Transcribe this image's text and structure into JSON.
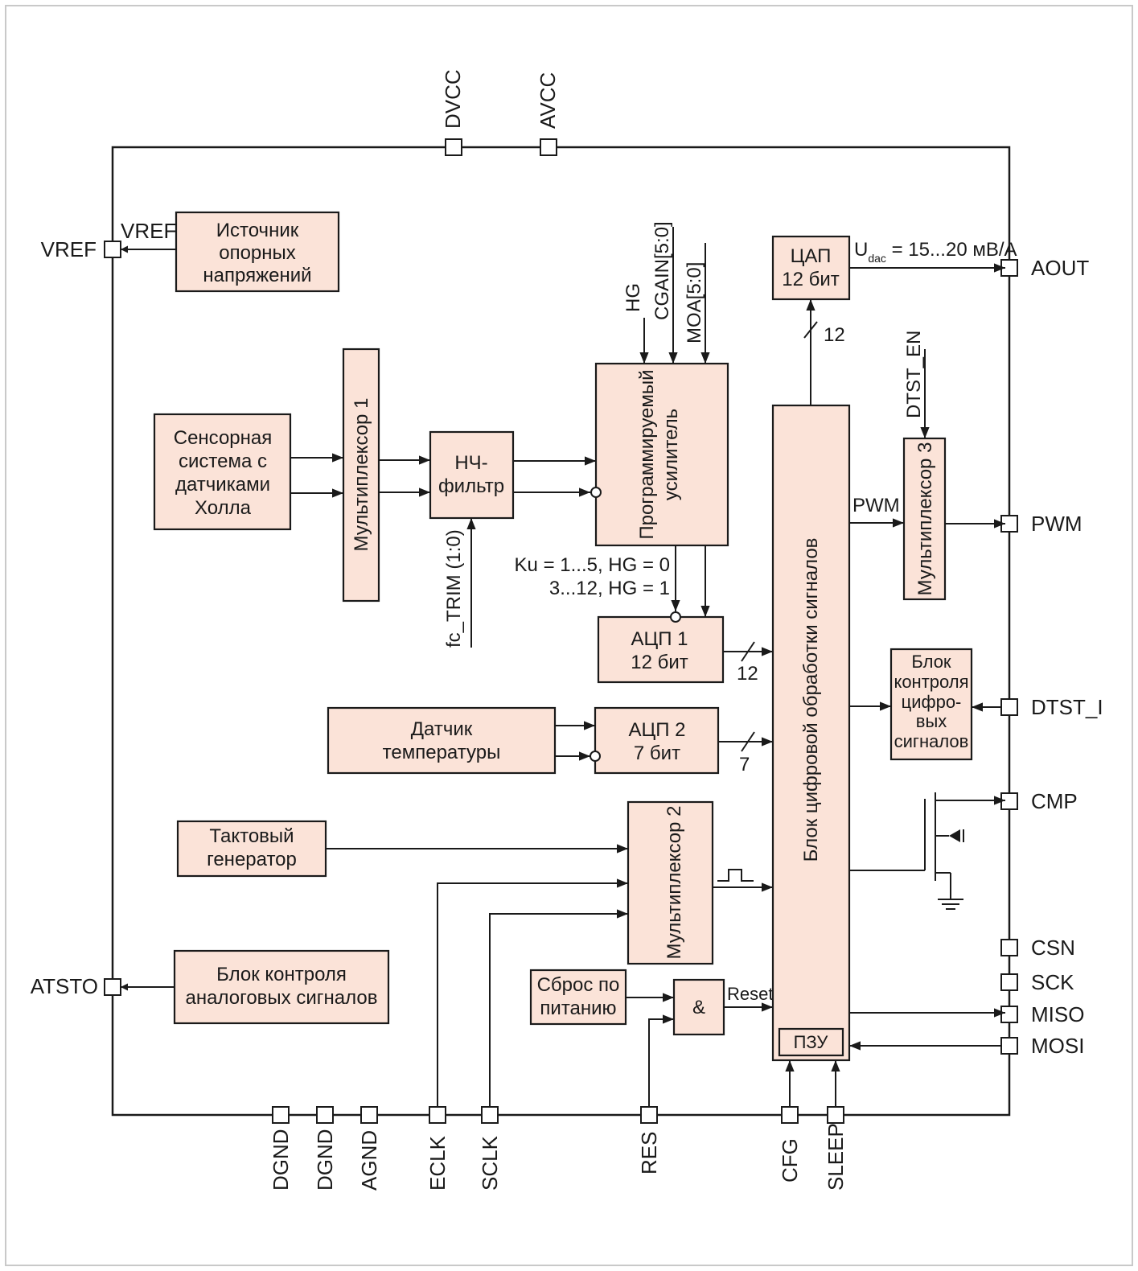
{
  "pins": {
    "top": [
      "DVCC",
      "AVCC"
    ],
    "left": [
      "VREF",
      "ATSTO"
    ],
    "right": [
      "AOUT",
      "PWM",
      "DTST_I",
      "CMP",
      "CSN",
      "SCK",
      "MISO",
      "MOSI"
    ],
    "bottom": [
      "DGND",
      "DGND",
      "AGND",
      "ECLK",
      "SCLK",
      "RES",
      "CFG",
      "SLEEP"
    ]
  },
  "blocks": {
    "ref_source": [
      "Источник",
      "опорных",
      "напряжений"
    ],
    "hall_sensor": [
      "Сенсорная",
      "система с",
      "датчиками",
      "Холла"
    ],
    "mux1": "Мультиплексор 1",
    "lpf": [
      "НЧ-",
      "фильтр"
    ],
    "prog_amp": [
      "Программируемый",
      "усилитель"
    ],
    "dac": [
      "ЦАП",
      "12 бит"
    ],
    "dsp": "Блок цифровой обработки сигналов",
    "rom": "ПЗУ",
    "mux3": "Мультиплексор 3",
    "adc1": [
      "АЦП 1",
      "12 бит"
    ],
    "adc2": [
      "АЦП 2",
      "7 бит"
    ],
    "temp_sensor": [
      "Датчик",
      "температуры"
    ],
    "digital_ctrl": [
      "Блок",
      "контроля",
      "цифро-",
      "вых",
      "сигналов"
    ],
    "clock_gen": [
      "Тактовый",
      "генератор"
    ],
    "mux2": "Мультиплексор 2",
    "analog_ctrl": [
      "Блок контроля",
      "аналоговых сигналов"
    ],
    "power_reset": [
      "Сброс по",
      "питанию"
    ],
    "and_gate": "&"
  },
  "signals": {
    "vref": "VREF",
    "hg": "HG",
    "cgain": "CGAIN[5:0]",
    "moa": "MOA[5:0]",
    "fc_trim": "fc_TRIM (1:0)",
    "udac_main": "U",
    "udac_sub": "dac",
    "udac_rest": " = 15...20 мВ/А",
    "dac_bus": "12",
    "dtst_en": "DTST_EN",
    "pwm": "PWM",
    "ku1": "Ku = 1...5, HG = 0",
    "ku2": "3...12, HG = 1",
    "adc1_bus": "12",
    "adc2_bus": "7",
    "reset": "Reset"
  }
}
